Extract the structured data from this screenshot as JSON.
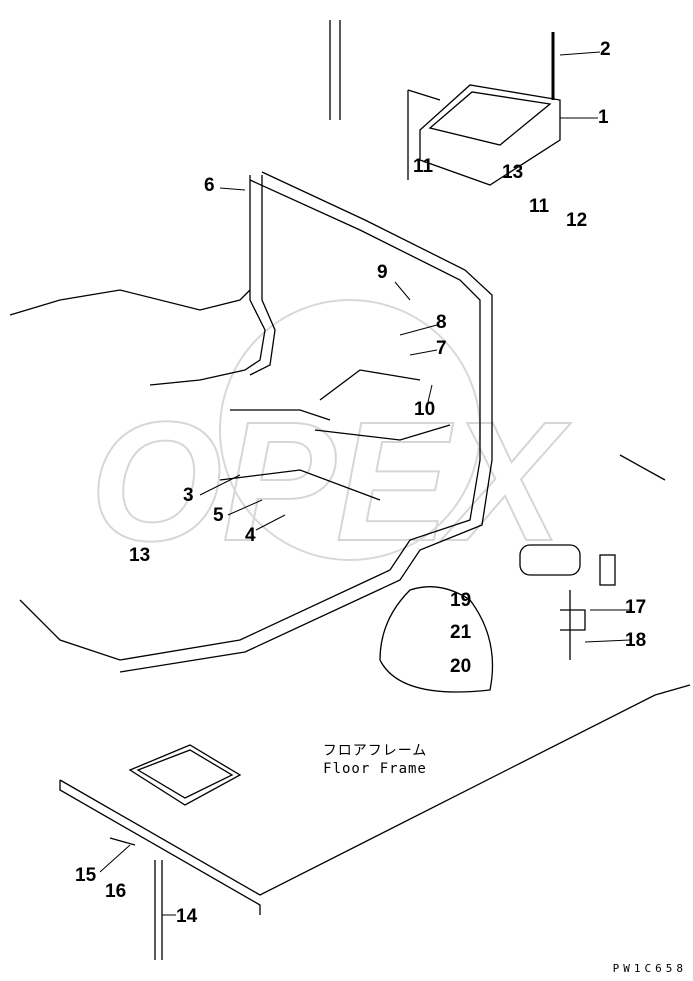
{
  "diagram": {
    "callouts": [
      {
        "id": "1",
        "label": "1"
      },
      {
        "id": "2",
        "label": "2"
      },
      {
        "id": "11a",
        "label": "11"
      },
      {
        "id": "13a",
        "label": "13"
      },
      {
        "id": "11b",
        "label": "11"
      },
      {
        "id": "12",
        "label": "12"
      },
      {
        "id": "6",
        "label": "6"
      },
      {
        "id": "9",
        "label": "9"
      },
      {
        "id": "8",
        "label": "8"
      },
      {
        "id": "7",
        "label": "7"
      },
      {
        "id": "10",
        "label": "10"
      },
      {
        "id": "3",
        "label": "3"
      },
      {
        "id": "5",
        "label": "5"
      },
      {
        "id": "4",
        "label": "4"
      },
      {
        "id": "13b",
        "label": "13"
      },
      {
        "id": "19",
        "label": "19"
      },
      {
        "id": "21",
        "label": "21"
      },
      {
        "id": "20",
        "label": "20"
      },
      {
        "id": "17",
        "label": "17"
      },
      {
        "id": "18",
        "label": "18"
      },
      {
        "id": "15",
        "label": "15"
      },
      {
        "id": "16",
        "label": "16"
      },
      {
        "id": "14",
        "label": "14"
      }
    ],
    "floor_label_jp": "フロアフレーム",
    "floor_label_en": "Floor Frame",
    "drawing_code": "PW1C658",
    "watermark": "OPEX"
  }
}
